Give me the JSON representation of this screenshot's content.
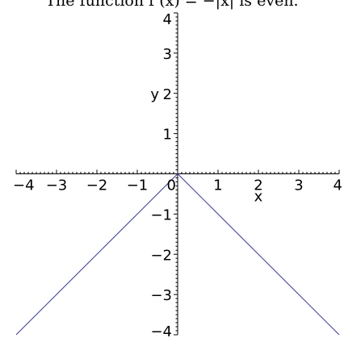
{
  "chart_data": {
    "type": "line",
    "title": "The function f (x) = −|x| is even.",
    "xlabel": "x",
    "ylabel": "y",
    "xlim": [
      -4,
      4
    ],
    "ylim": [
      -4,
      4
    ],
    "x_ticks": [
      -4,
      -3,
      -2,
      -1,
      0,
      1,
      2,
      3,
      4
    ],
    "x_tick_labels": [
      "−4",
      "−3",
      "−2",
      "−1",
      "0",
      "1",
      "2",
      "3",
      "4"
    ],
    "y_ticks": [
      -4,
      -3,
      -2,
      -1,
      1,
      2,
      3,
      4
    ],
    "y_tick_labels": [
      "−4",
      "−3",
      "−2",
      "−1",
      "1",
      "2",
      "3",
      "4"
    ],
    "grid": false,
    "series": [
      {
        "x": [
          -4,
          -3,
          -2,
          -1,
          0,
          1,
          2,
          3,
          4
        ],
        "y": [
          -4,
          -3,
          -2,
          -1,
          0,
          -1,
          -2,
          -3,
          -4
        ],
        "color": "#3b3b96"
      }
    ]
  }
}
